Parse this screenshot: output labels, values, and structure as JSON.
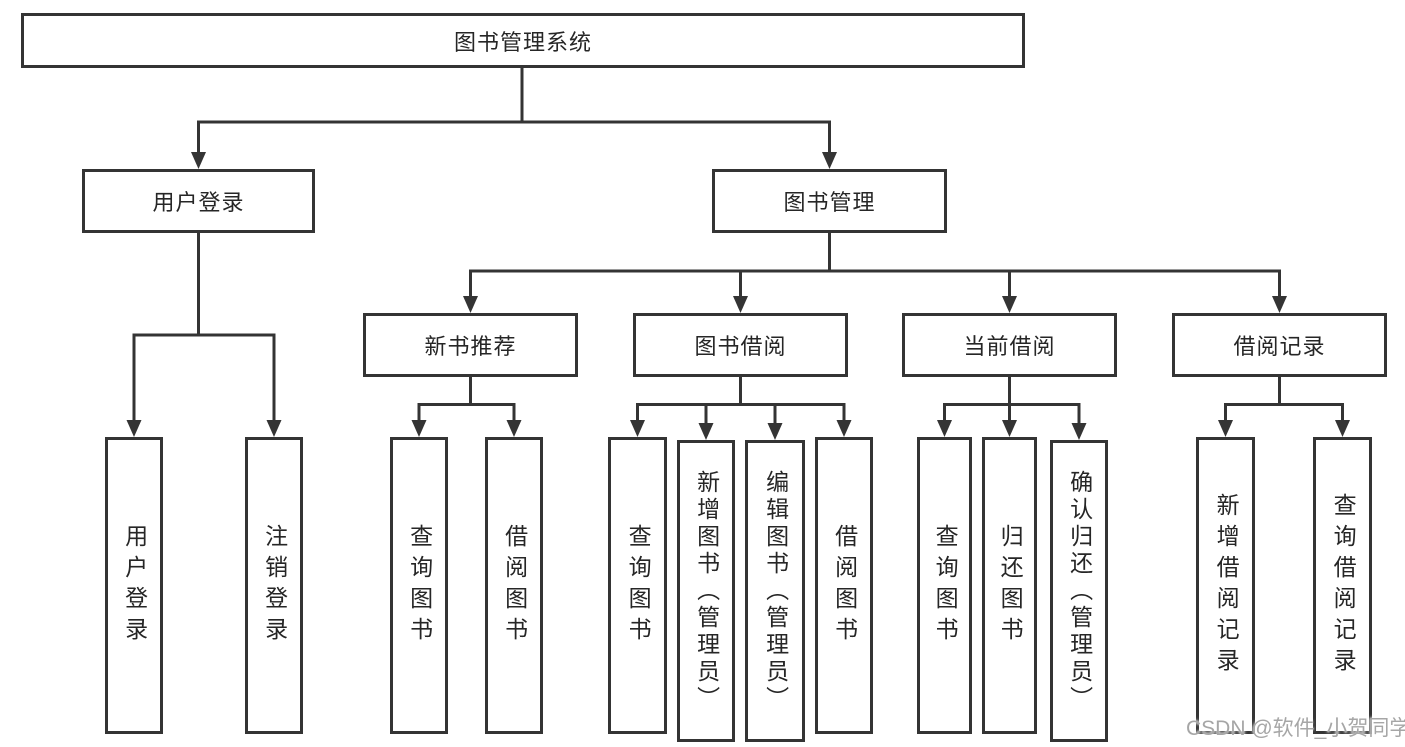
{
  "tree": {
    "root": {
      "label": "图书管理系统"
    },
    "branches": [
      {
        "label": "用户登录",
        "children": [
          {
            "label": "用户登录"
          },
          {
            "label": "注销登录"
          }
        ]
      },
      {
        "label": "图书管理",
        "children": [
          {
            "label": "新书推荐",
            "children": [
              {
                "label": "查询图书"
              },
              {
                "label": "借阅图书"
              }
            ]
          },
          {
            "label": "图书借阅",
            "children": [
              {
                "label": "查询图书"
              },
              {
                "label": "新增图书（管理员）"
              },
              {
                "label": "编辑图书（管理员）"
              },
              {
                "label": "借阅图书"
              }
            ]
          },
          {
            "label": "当前借阅",
            "children": [
              {
                "label": "查询图书"
              },
              {
                "label": "归还图书"
              },
              {
                "label": "确认归还（管理员）"
              }
            ]
          },
          {
            "label": "借阅记录",
            "children": [
              {
                "label": "新增借阅记录"
              },
              {
                "label": "查询借阅记录"
              }
            ]
          }
        ]
      }
    ]
  },
  "watermark": {
    "text": "CSDN @软件_小贺同学"
  },
  "colors": {
    "line": "#343434",
    "box_border": "#343434",
    "text": "#262626",
    "background": "#ffffff",
    "watermark": "#a6a6a6"
  }
}
